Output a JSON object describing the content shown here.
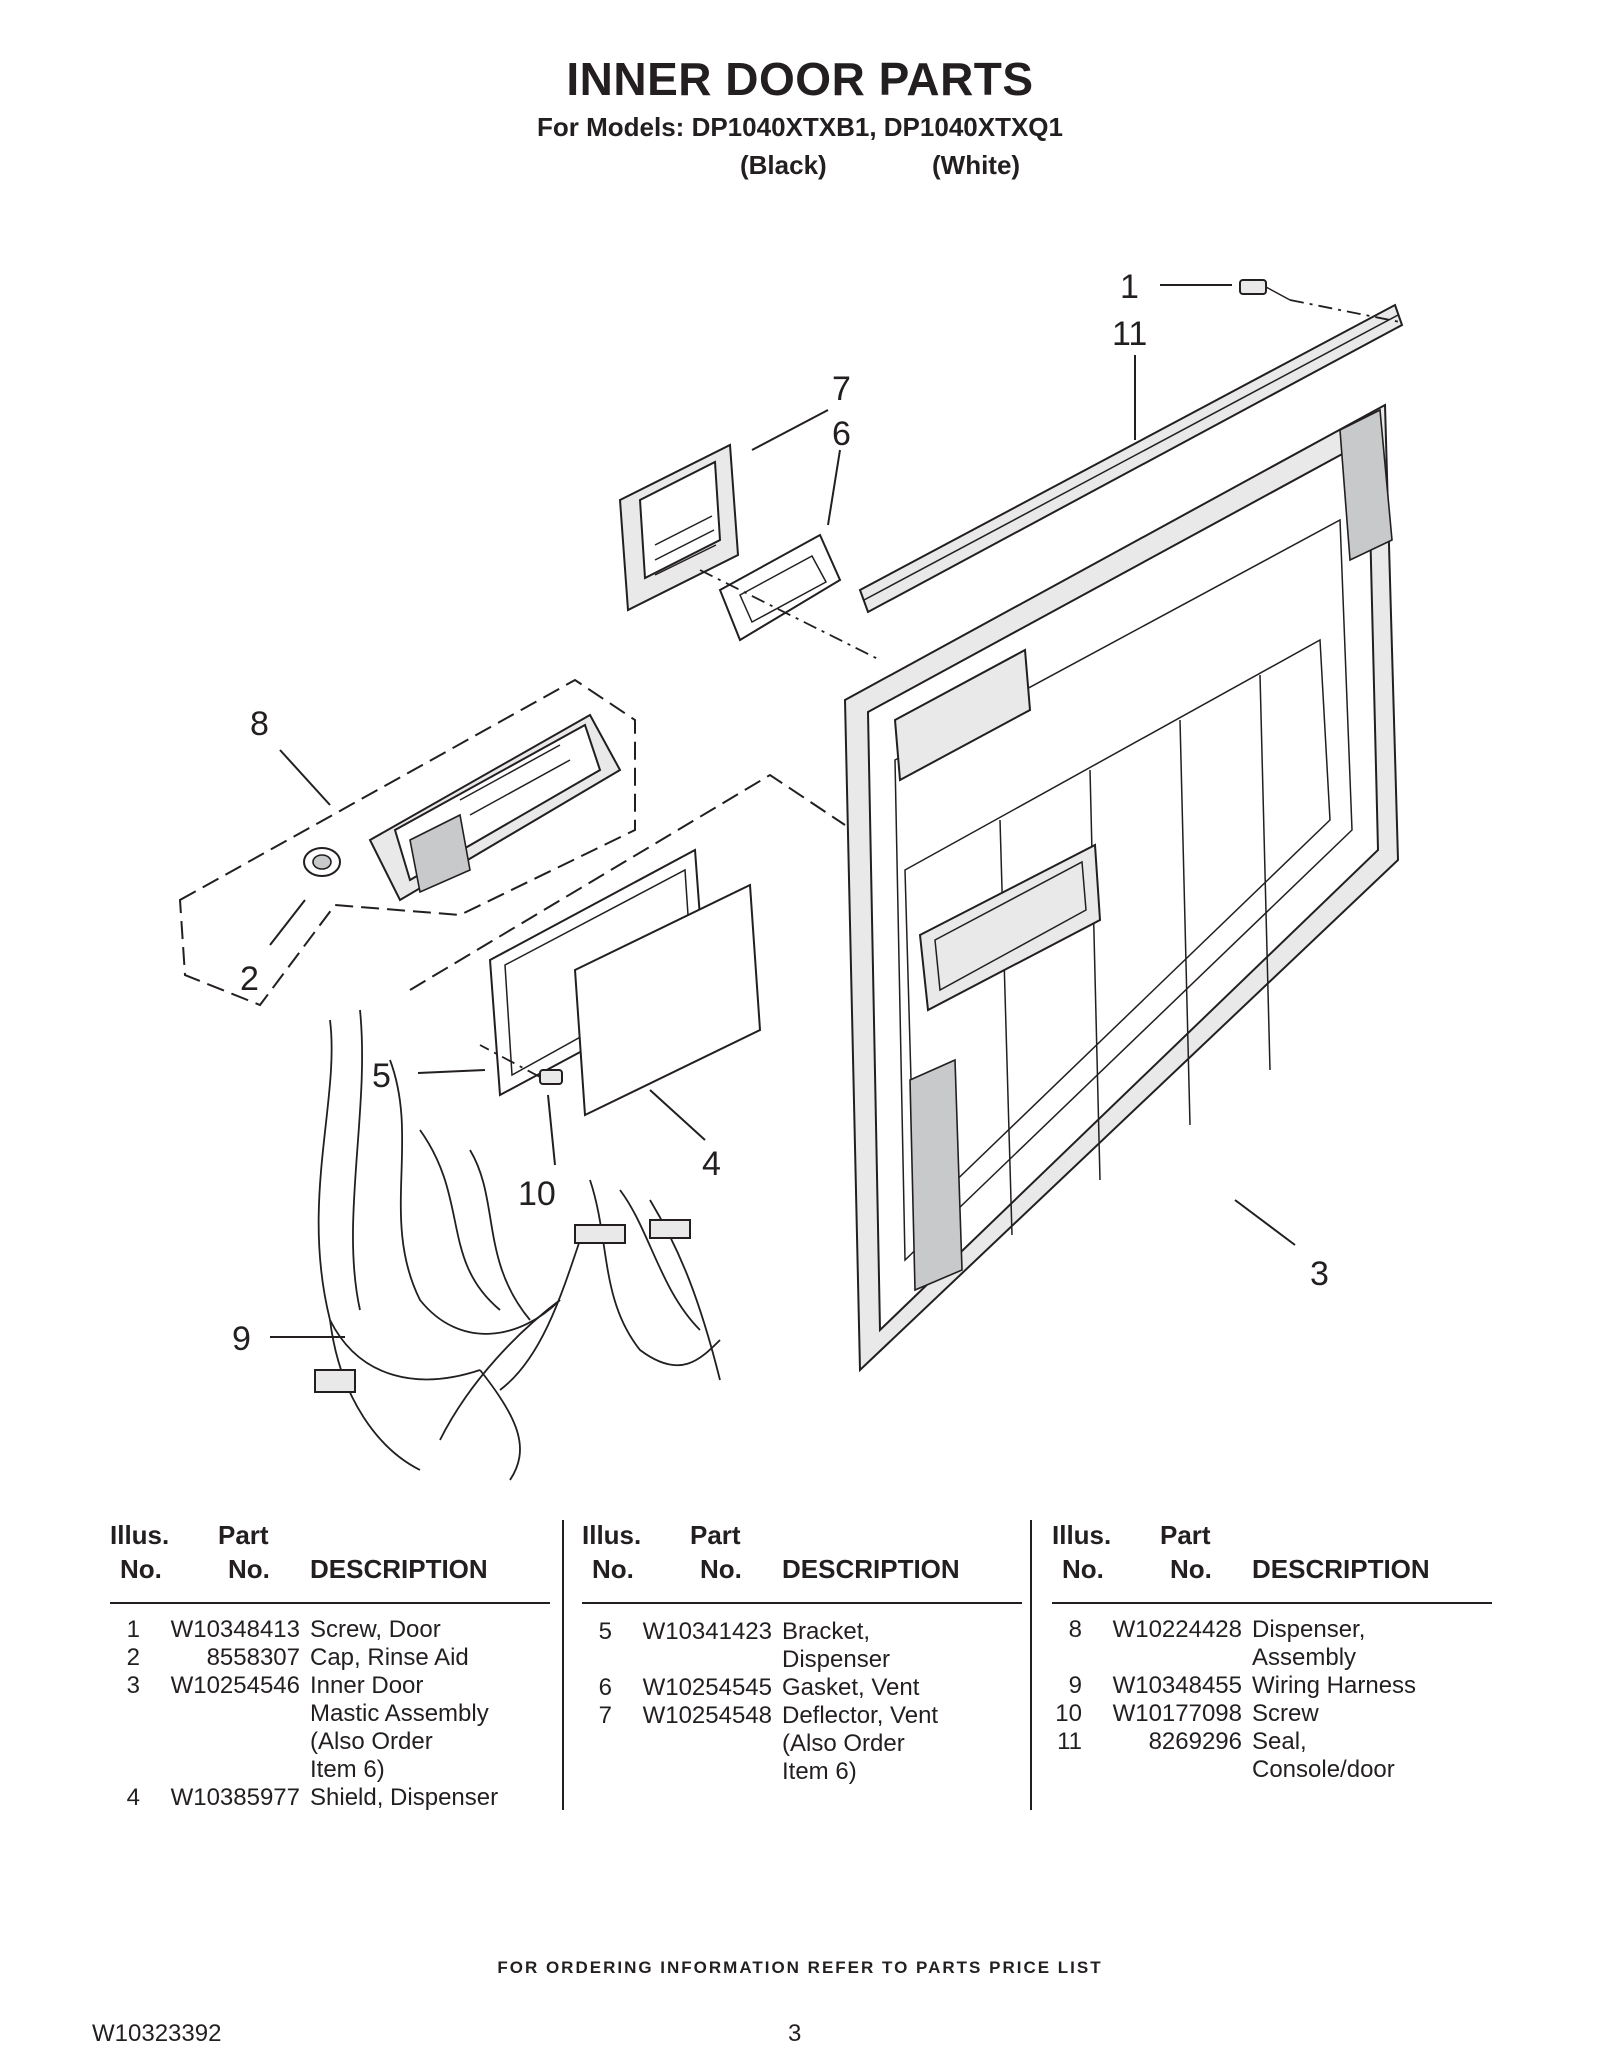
{
  "header": {
    "title": "INNER DOOR PARTS",
    "subtitle": "For Models: DP1040XTXB1, DP1040XTXQ1",
    "variant_1": "(Black)",
    "variant_2": "(White)"
  },
  "diagram": {
    "callouts": [
      "1",
      "11",
      "7",
      "6",
      "8",
      "2",
      "5",
      "10",
      "4",
      "3",
      "9"
    ]
  },
  "table": {
    "headers": {
      "illus_line1": "Illus.",
      "illus_line2": "No.",
      "part_line1": "Part",
      "part_line2": "No.",
      "description": "DESCRIPTION"
    },
    "columns": [
      {
        "rows": [
          {
            "no": "1",
            "part": "W10348413",
            "desc": [
              "Screw, Door"
            ]
          },
          {
            "no": "2",
            "part": "8558307",
            "desc": [
              "Cap, Rinse Aid"
            ]
          },
          {
            "no": "3",
            "part": "W10254546",
            "desc": [
              "Inner Door",
              "Mastic Assembly",
              "(Also Order",
              "Item 6)"
            ]
          },
          {
            "no": "4",
            "part": "W10385977",
            "desc": [
              "Shield, Dispenser"
            ]
          }
        ]
      },
      {
        "rows": [
          {
            "no": "5",
            "part": "W10341423",
            "desc": [
              "Bracket,",
              "Dispenser"
            ]
          },
          {
            "no": "6",
            "part": "W10254545",
            "desc": [
              "Gasket, Vent"
            ]
          },
          {
            "no": "7",
            "part": "W10254548",
            "desc": [
              "Deflector, Vent",
              "(Also Order",
              "Item 6)"
            ]
          }
        ]
      },
      {
        "rows": [
          {
            "no": "8",
            "part": "W10224428",
            "desc": [
              "Dispenser,",
              "Assembly"
            ]
          },
          {
            "no": "9",
            "part": "W10348455",
            "desc": [
              "Wiring Harness"
            ]
          },
          {
            "no": "10",
            "part": "W10177098",
            "desc": [
              "Screw"
            ]
          },
          {
            "no": "11",
            "part": "8269296",
            "desc": [
              "Seal,",
              "Console/door"
            ]
          }
        ]
      }
    ]
  },
  "footer": {
    "ordering_note": "FOR ORDERING INFORMATION REFER TO PARTS PRICE LIST",
    "doc_number": "W10323392",
    "page_number": "3"
  }
}
